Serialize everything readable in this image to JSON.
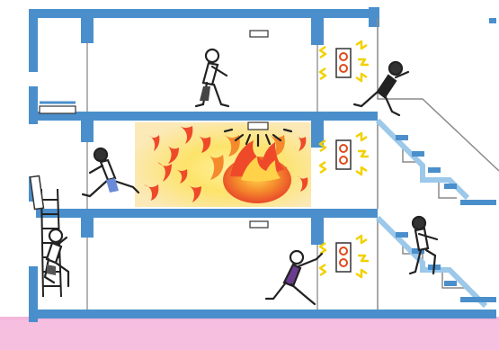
{
  "scene": {
    "floors": [
      {
        "level": 3,
        "fire": false,
        "alarm_ringing": true
      },
      {
        "level": 2,
        "fire": true,
        "alarm_ringing": true
      },
      {
        "level": 1,
        "fire": false,
        "alarm_ringing": true
      }
    ],
    "people_count": 6,
    "colors": {
      "structure_blue": "#4a8fcc",
      "ground_pink": "#f6bfe0",
      "fire_red": "#ee4a2a",
      "fire_orange": "#f58a2c",
      "fire_yellow": "#fde36a",
      "alarm_yellow": "#f2d100",
      "alarm_red": "#e04a1a",
      "outline": "#222222"
    },
    "icons": [
      "fire-alarm-bell-icon",
      "smoke-detector-icon",
      "ladder-icon",
      "fire-icon",
      "person-icon"
    ]
  }
}
